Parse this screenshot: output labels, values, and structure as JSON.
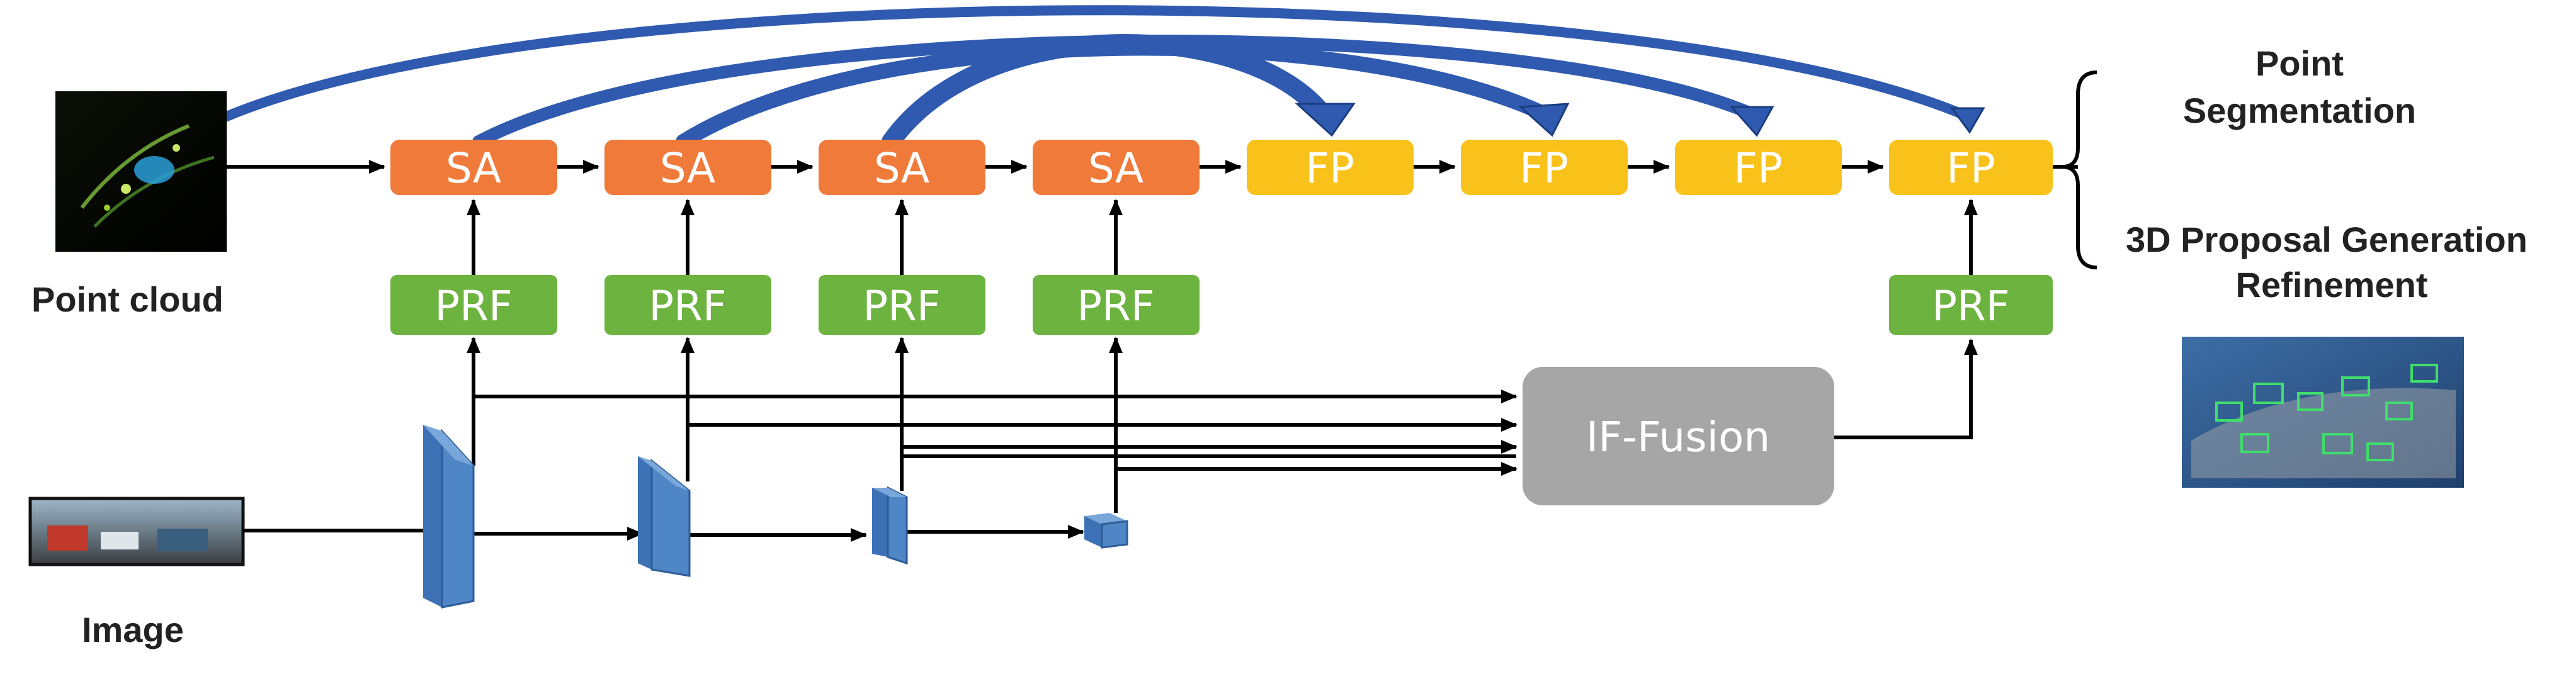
{
  "inputs": {
    "point_cloud_label": "Point cloud",
    "image_label": "Image"
  },
  "sa_blocks": [
    "SA",
    "SA",
    "SA",
    "SA"
  ],
  "fp_blocks": [
    "FP",
    "FP",
    "FP",
    "FP"
  ],
  "prf_blocks": [
    "PRF",
    "PRF",
    "PRF",
    "PRF",
    "PRF"
  ],
  "fusion_label": "IF-Fusion",
  "outputs": {
    "segmentation_line1": "Point",
    "segmentation_line2": "Segmentation",
    "proposal_line1": "3D Proposal Generation",
    "proposal_line2": "Refinement"
  },
  "colors": {
    "sa": "#F07A3A",
    "fp": "#F9C21B",
    "prf": "#6CB33F",
    "fusion": "#A6A6A6",
    "skip_arrow": "#2F5AAF",
    "cnn_block": "#4F86C6"
  }
}
